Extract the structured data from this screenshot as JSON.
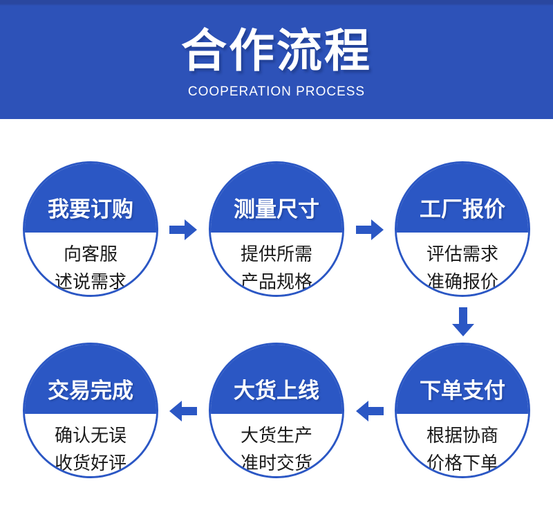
{
  "banner": {
    "title": "合作流程",
    "subtitle": "COOPERATION PROCESS"
  },
  "colors": {
    "banner_bg": "#2d52b8",
    "banner_top_strip": "#2a479f",
    "accent": "#2b57c4",
    "text_dark": "#1a1a1a",
    "text_light": "#ffffff",
    "page_bg": "#ffffff"
  },
  "flow": {
    "steps": [
      {
        "title": "我要订购",
        "desc_line1": "向客服",
        "desc_line2": "述说需求"
      },
      {
        "title": "测量尺寸",
        "desc_line1": "提供所需",
        "desc_line2": "产品规格"
      },
      {
        "title": "工厂报价",
        "desc_line1": "评估需求",
        "desc_line2": "准确报价"
      },
      {
        "title": "下单支付",
        "desc_line1": "根据协商",
        "desc_line2": "价格下单"
      },
      {
        "title": "大货上线",
        "desc_line1": "大货生产",
        "desc_line2": "准时交货"
      },
      {
        "title": "交易完成",
        "desc_line1": "确认无误",
        "desc_line2": "收货好评"
      }
    ],
    "arrows": [
      {
        "from": "我要订购",
        "to": "测量尺寸",
        "direction": "right"
      },
      {
        "from": "测量尺寸",
        "to": "工厂报价",
        "direction": "right"
      },
      {
        "from": "工厂报价",
        "to": "下单支付",
        "direction": "down"
      },
      {
        "from": "下单支付",
        "to": "大货上线",
        "direction": "left"
      },
      {
        "from": "大货上线",
        "to": "交易完成",
        "direction": "left"
      }
    ]
  }
}
